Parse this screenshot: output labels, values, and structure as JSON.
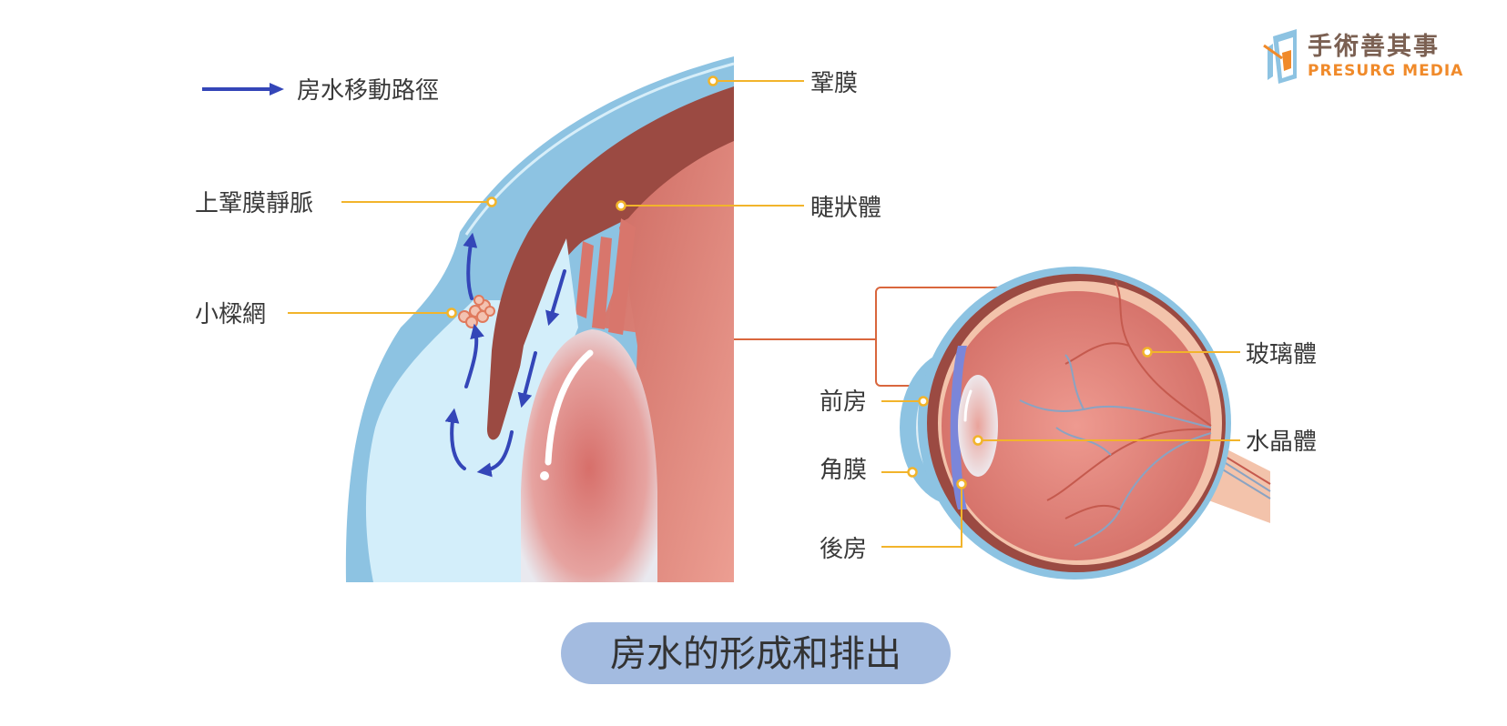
{
  "legend": {
    "label": "房水移動路徑",
    "color": "#3446b8"
  },
  "logo": {
    "chinese": "手術善其事",
    "english": "PRESURG MEDIA"
  },
  "title": "房水的形成和排出",
  "left_labels": {
    "sclera": "鞏膜",
    "episcleral_vein": "上鞏膜靜脈",
    "ciliary_body": "睫狀體",
    "trabecular_meshwork": "小樑網"
  },
  "right_labels": {
    "anterior_chamber": "前房",
    "cornea": "角膜",
    "posterior_chamber": "後房",
    "vitreous_body": "玻璃體",
    "lens": "水晶體"
  },
  "colors": {
    "sclera_blue": "#8dc3e2",
    "aqueous_light": "#d3eefa",
    "ciliary_dark": "#9b4a42",
    "iris_red": "#d8766c",
    "leader_yellow": "#f2b42b",
    "connector_orange": "#d9663d",
    "title_pill": "#a3bbe0"
  }
}
